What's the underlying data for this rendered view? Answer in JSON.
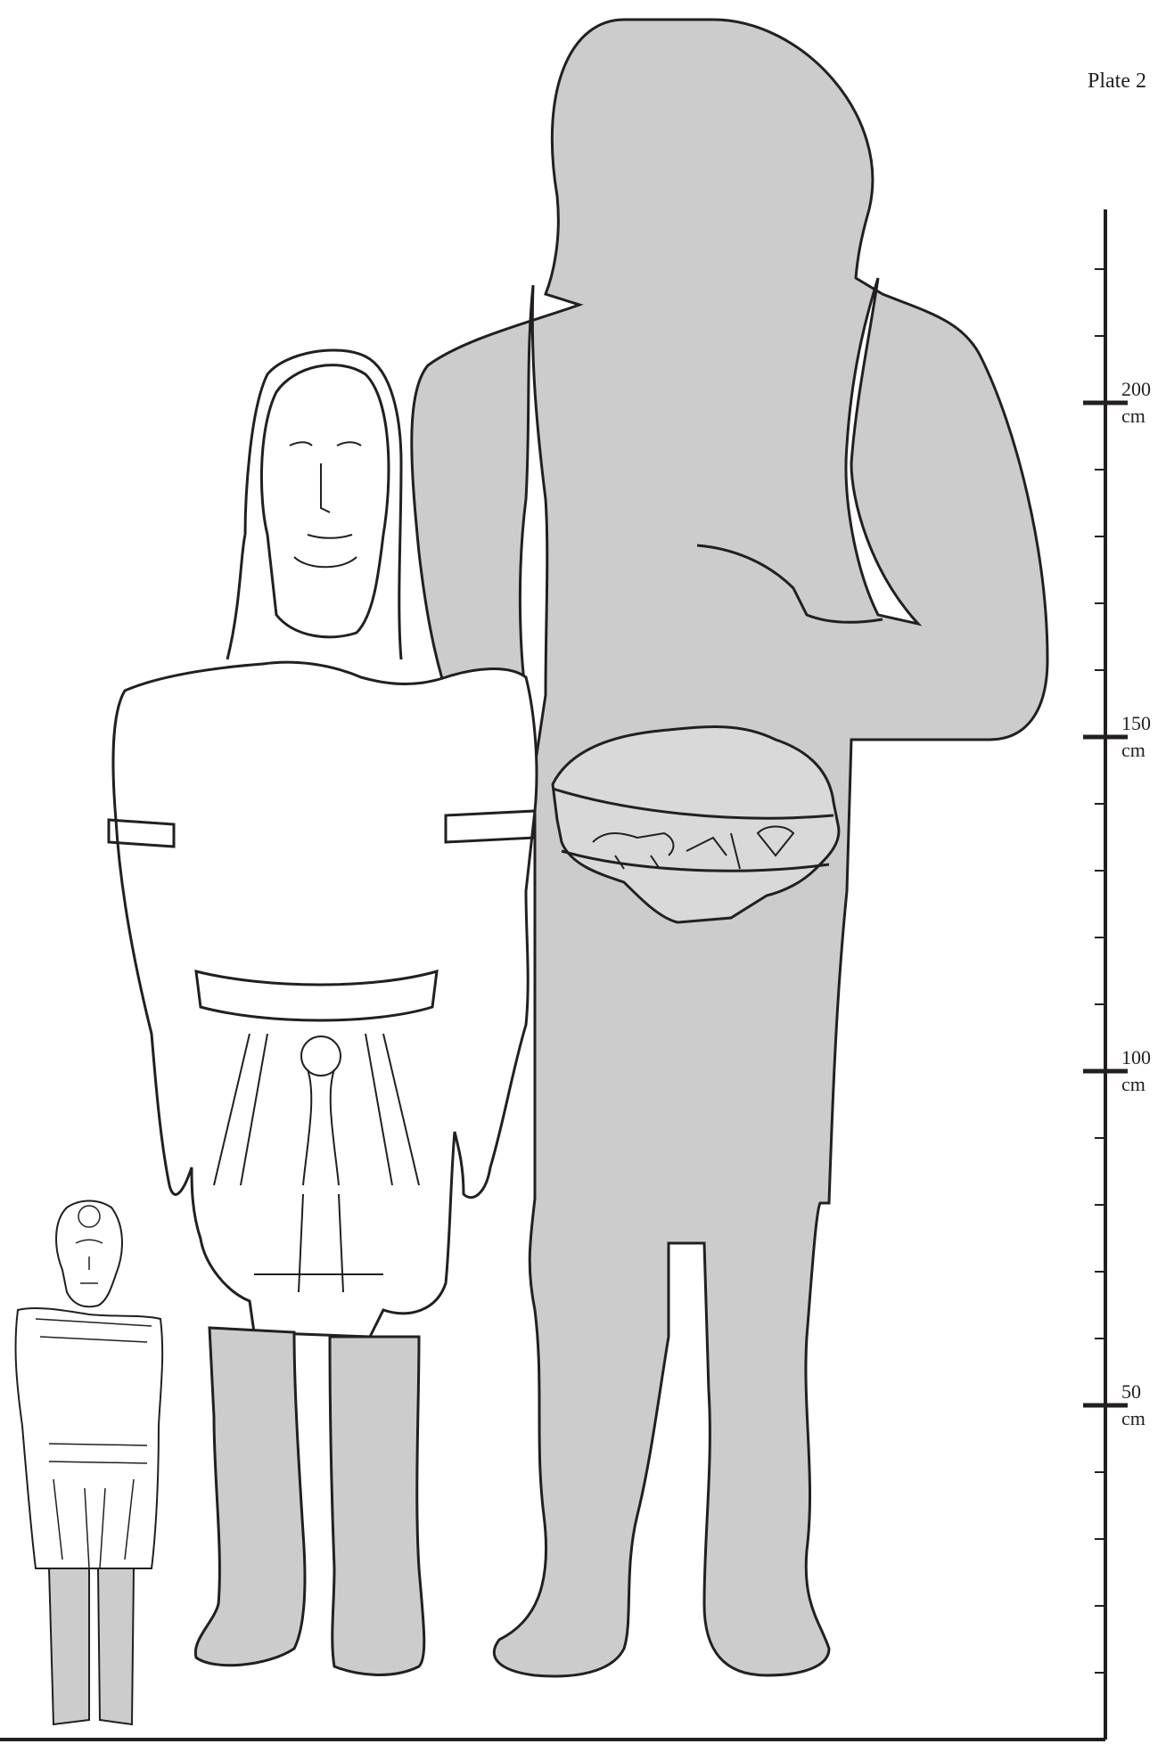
{
  "plate_label": "Plate 2",
  "scale": {
    "unit": "cm",
    "labeled_marks": [
      {
        "value": 200,
        "unit": "cm"
      },
      {
        "value": 150,
        "unit": "cm"
      },
      {
        "value": 100,
        "unit": "cm"
      },
      {
        "value": 50,
        "unit": "cm"
      }
    ],
    "minor_step": 10,
    "max": 225
  },
  "colors": {
    "silhouette": "#cccccc",
    "line": "#231f20",
    "background": "#ffffff"
  }
}
